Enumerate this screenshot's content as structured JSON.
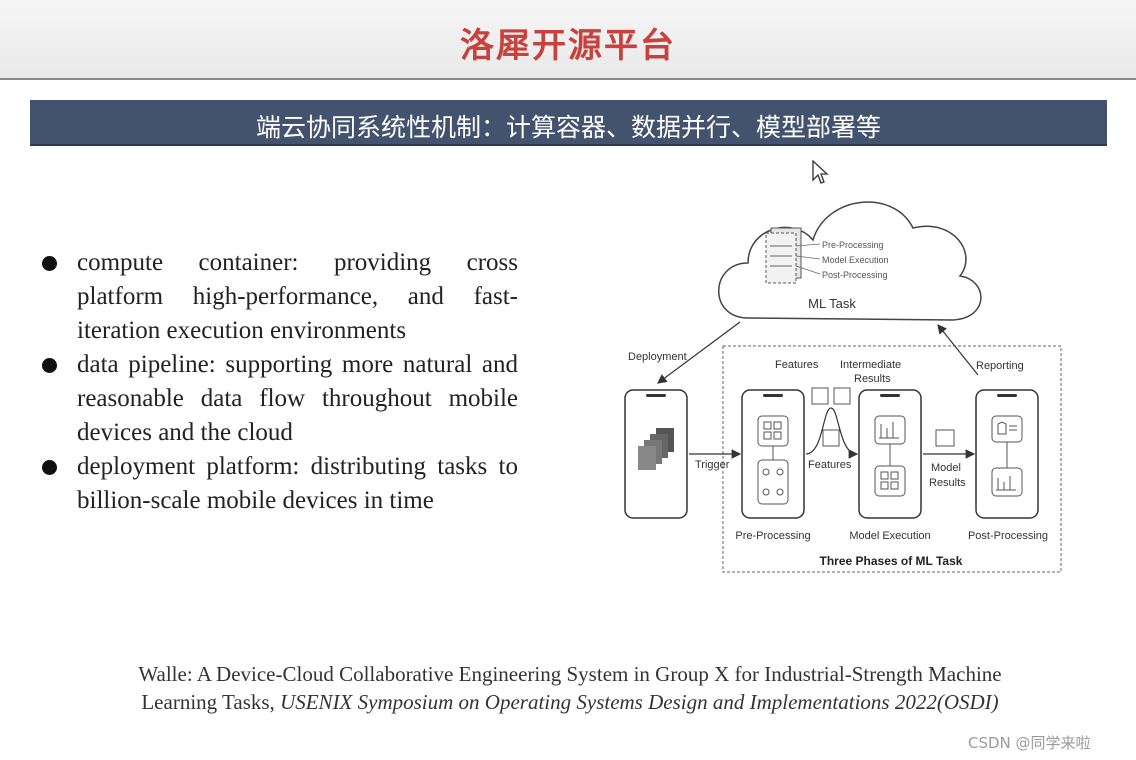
{
  "slide": {
    "title": "洛犀开源平台",
    "section_heading": "端云协同系统性机制：计算容器、数据并行、模型部署等"
  },
  "bullets": [
    "compute container: providing cross platform high-performance, and fast-iteration execution environments",
    "data pipeline: supporting more natural and reasonable data flow throughout mobile devices and the cloud",
    "deployment platform: distributing tasks to billion-scale mobile devices in time"
  ],
  "diagram": {
    "cloud_steps": [
      "Pre-Processing",
      "Model Execution",
      "Post-Processing"
    ],
    "cloud_label": "ML Task",
    "deployment": "Deployment",
    "features_top": "Features",
    "intermediate_results": [
      "Intermediate",
      "Results"
    ],
    "reporting": "Reporting",
    "trigger": "Trigger",
    "features_mid": "Features",
    "model_results": [
      "Model",
      "Results"
    ],
    "phase_labels": [
      "Pre-Processing",
      "Model Execution",
      "Post-Processing"
    ],
    "caption": "Three Phases of ML Task"
  },
  "citation": {
    "line1": "Walle: A Device-Cloud Collaborative Engineering System in  Group X for Industrial-Strength Machine",
    "line2_plain": "Learning Tasks, ",
    "line2_italic": "USENIX Symposium on Operating Systems Design and Implementations 2022(OSDI)"
  },
  "watermark": "CSDN @同学来啦",
  "colors": {
    "title_red": "#c8413c",
    "band_blue": "#43536e"
  }
}
